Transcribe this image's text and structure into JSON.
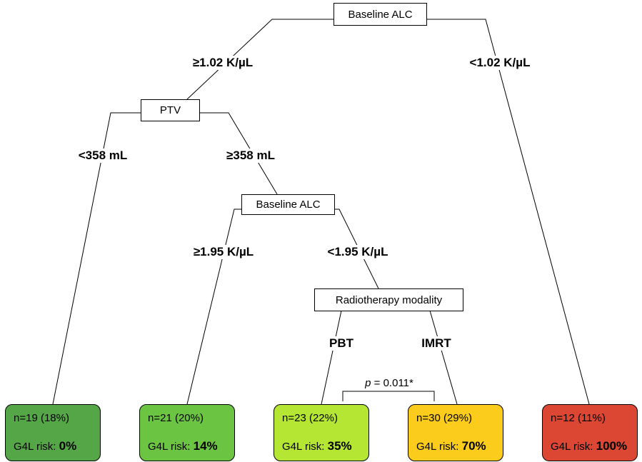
{
  "nodes": {
    "root": "Baseline ALC",
    "ptv": "PTV",
    "alc2": "Baseline ALC",
    "modality": "Radiotherapy modality"
  },
  "edges": {
    "root_left": "≥1.02 K/µL",
    "root_right": "<1.02 K/µL",
    "ptv_left": "<358 mL",
    "ptv_right": "≥358 mL",
    "alc2_left": "≥1.95 K/µL",
    "alc2_right": "<1.95 K/µL",
    "mod_left": "PBT",
    "mod_right": "IMRT"
  },
  "comparison": {
    "p_label": "p",
    "p_rest": " = 0.011*"
  },
  "leaves": [
    {
      "n": "n=19 (18%)",
      "risk_label": "G4L risk: ",
      "risk_value": "0%",
      "color": "#55a647"
    },
    {
      "n": "n=21 (20%)",
      "risk_label": "G4L risk: ",
      "risk_value": "14%",
      "color": "#6cc542"
    },
    {
      "n": "n=23 (22%)",
      "risk_label": "G4L risk: ",
      "risk_value": "35%",
      "color": "#b6e634"
    },
    {
      "n": "n=30 (29%)",
      "risk_label": "G4L risk: ",
      "risk_value": "70%",
      "color": "#fccc1c"
    },
    {
      "n": "n=12 (11%)",
      "risk_label": "G4L risk: ",
      "risk_value": "100%",
      "color": "#dc4734"
    }
  ]
}
